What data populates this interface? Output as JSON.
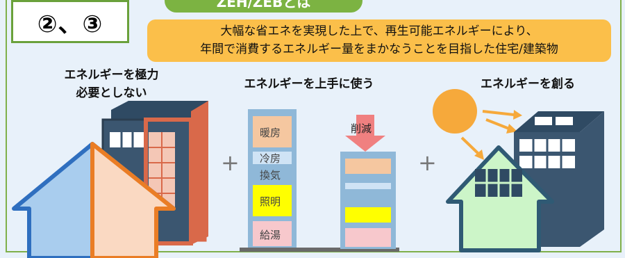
{
  "badge": {
    "label": "②、③"
  },
  "title_tab": {
    "label": "ZEH/ZEBとは"
  },
  "banner": {
    "line1": "大幅な省エネを実現した上で、再生可能エネルギーにより、",
    "line2": "年間で消費するエネルギー量をまかなうことを目指した住宅/建築物"
  },
  "sections": {
    "left": {
      "line1": "エネルギーを極力",
      "line2": "必要としない"
    },
    "middle": {
      "heading": "エネルギーを上手に使う"
    },
    "right": {
      "heading": "エネルギーを創る"
    }
  },
  "energy_uses": {
    "heating": "暖房",
    "cooling": "冷房",
    "ventilation": "換気",
    "lighting": "照明",
    "hot_water": "給湯"
  },
  "reduction_label": "削減",
  "plus_sign": "+",
  "colors": {
    "frame_green": "#7fb04a",
    "banner_orange": "#fbbf4a",
    "heating": "#f5c7a0",
    "cooling": "#cfe3f5",
    "ventilation": "#8fb8d8",
    "lighting": "#ffff00",
    "hot_water": "#f7c8cc",
    "arrow_red": "#f08080",
    "sun": "#f6a93b",
    "solar_house": "#ccf5c8"
  }
}
